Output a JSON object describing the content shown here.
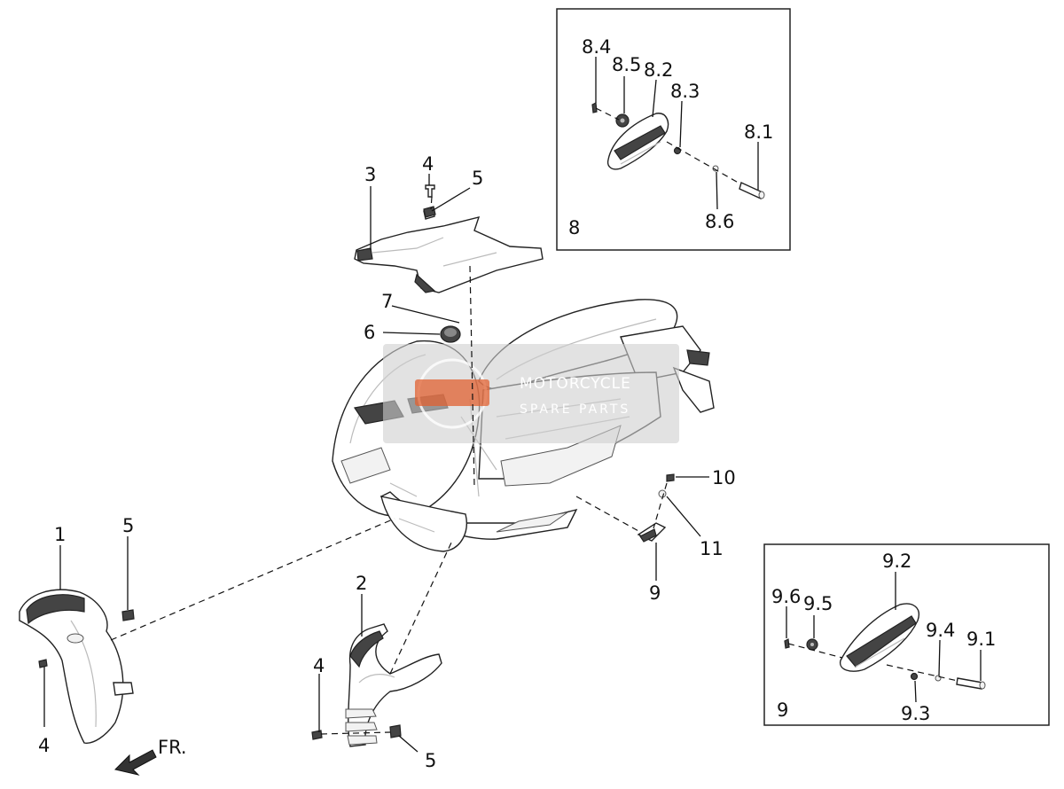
{
  "watermark": {
    "line1": "MOTORCYCLE",
    "line2": "SPARE PARTS",
    "accent_color": "#e06030"
  },
  "direction_label": "FR.",
  "labels": {
    "p1": "1",
    "p2": "2",
    "p3": "3",
    "p4_top": "4",
    "p4_left": "4",
    "p4_mid": "4",
    "p5_top": "5",
    "p5_left": "5",
    "p5_mid": "5",
    "p6": "6",
    "p7": "7",
    "p9": "9",
    "p10": "10",
    "p11": "11",
    "box8": "8",
    "p8_1": "8.1",
    "p8_2": "8.2",
    "p8_3": "8.3",
    "p8_4": "8.4",
    "p8_5": "8.5",
    "p8_6": "8.6",
    "box9": "9",
    "p9_1": "9.1",
    "p9_2": "9.2",
    "p9_3": "9.3",
    "p9_4": "9.4",
    "p9_5": "9.5",
    "p9_6": "9.6"
  }
}
